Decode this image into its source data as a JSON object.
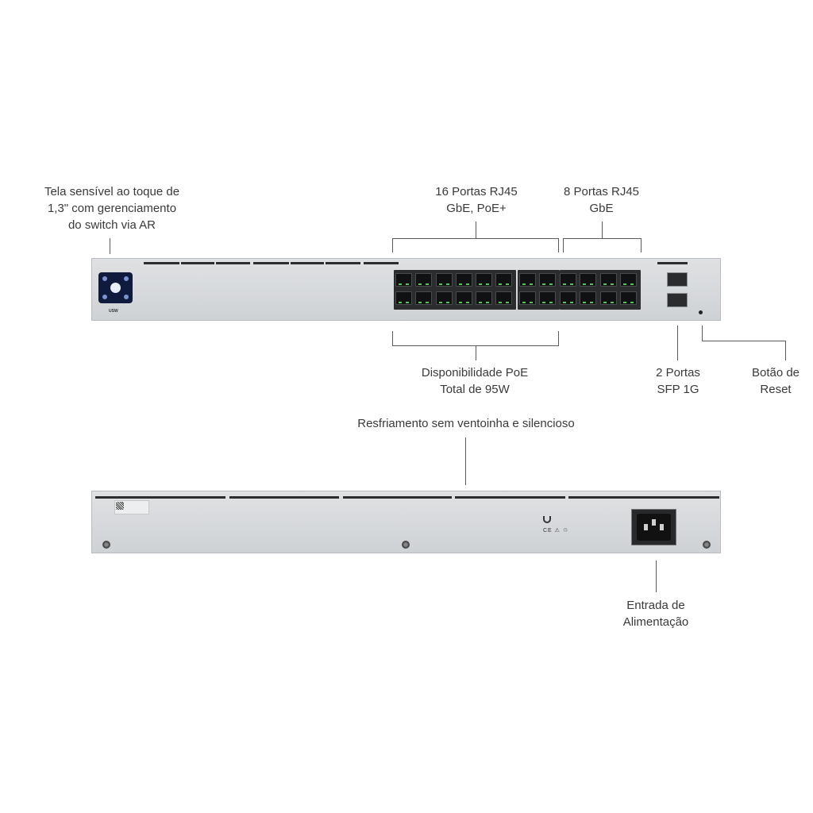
{
  "labels": {
    "touchscreen": "Tela sensível ao toque de\n1,3\" com gerenciamento\ndo switch via AR",
    "ports_16": "16 Portas RJ45\nGbE, PoE+",
    "ports_8": "8 Portas RJ45\nGbE",
    "poe_budget": "Disponibilidade PoE\nTotal de 95W",
    "sfp_ports": "2 Portas\nSFP 1G",
    "reset_button": "Botão de\nReset",
    "fanless": "Resfriamento sem ventoinha e silencioso",
    "power_input": "Entrada de\nAlimentação"
  },
  "device": {
    "brand_mark": "USW"
  },
  "colors": {
    "chassis": "#d8dadd",
    "vent": "#2c2d2f",
    "port_led": "#53c35a",
    "screen": "#0f1a3c"
  }
}
